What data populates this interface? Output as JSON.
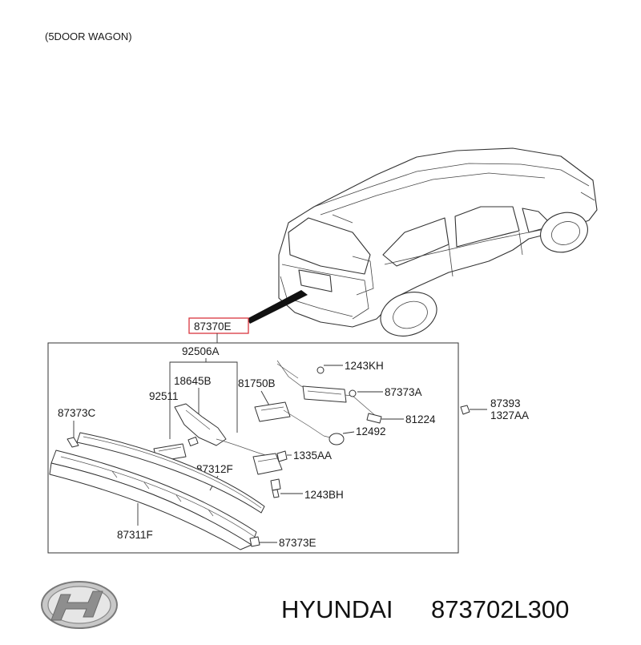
{
  "header": {
    "variant": "(5DOOR WAGON)"
  },
  "assembly": {
    "part_no": "87370E",
    "highlight_color": "#d9363e"
  },
  "labels": {
    "p92506A": "92506A",
    "p18645B": "18645B",
    "p92511": "92511",
    "p81750B": "81750B",
    "p1243KH": "1243KH",
    "p87373A": "87373A",
    "p81224": "81224",
    "p12492": "12492",
    "p87393": "87393",
    "p1327AA": "1327AA",
    "p87373C": "87373C",
    "p1335AA": "1335AA",
    "p87312F": "87312F",
    "p1243BH": "1243BH",
    "p87311F": "87311F",
    "p87373E": "87373E"
  },
  "footer": {
    "brand": "HYUNDAI",
    "oem_number": "873702L300",
    "logo": "hyundai-logo"
  }
}
